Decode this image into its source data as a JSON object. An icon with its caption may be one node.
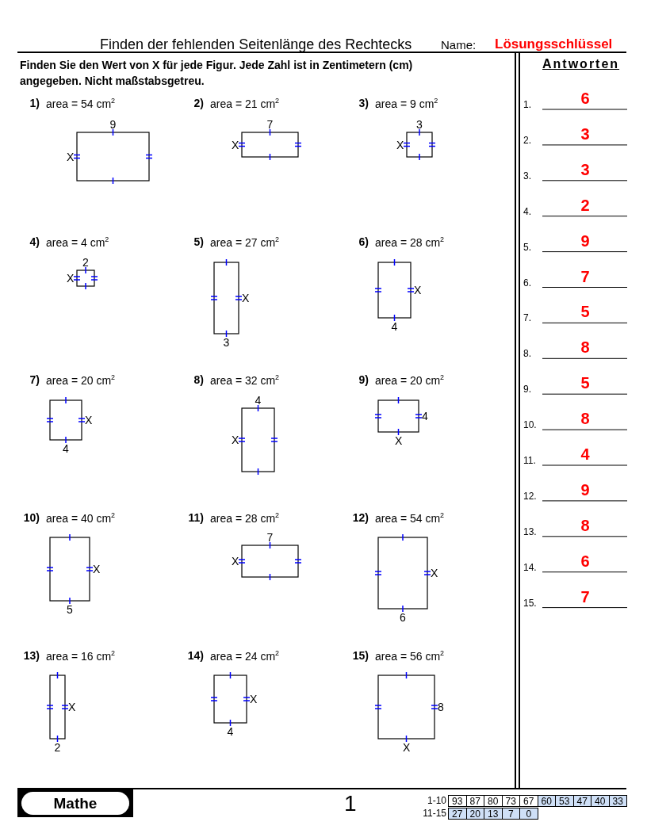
{
  "diagram": {
    "title": "Finden der fehlenden Seitenlänge des Rechtecks",
    "labels": [
      "Name:",
      "Lösungsschlüssel",
      "Finden Sie den Wert von X für jede Figur. Jede Zahl ist in Zentimetern (cm) angegeben. Nicht maßstabsgetreu.",
      "Antworten",
      "1)",
      "area = 54 cm$^{2}$",
      "9",
      "X",
      "2)",
      "area = 21 cm$^{2}$",
      "7",
      "X",
      "3)",
      "area = 9 cm$^{2}$",
      "3",
      "X",
      "4)",
      "area = 4 cm$^{2}$",
      "2",
      "X",
      "5)",
      "area = 27 cm$^{2}$",
      "X",
      "3",
      "6)",
      "area = 28 cm$^{2}$",
      "X",
      "4",
      "7)",
      "area = 20 cm$^{2}$",
      "X",
      "4",
      "8)",
      "area = 32 cm$^{2}$",
      "4",
      "X",
      "9)",
      "area = 20 cm$^{2}$",
      "4",
      "X",
      "10)",
      "area = 40 cm$^{2}$",
      "X",
      "5",
      "11)",
      "area = 28 cm$^{2}$",
      "7",
      "X",
      "12)",
      "area = 54 cm$^{2}$",
      "X",
      "6",
      "13)",
      "area = 16 cm$^{2}$",
      "X",
      "2",
      "14)",
      "area = 24 cm$^{2}$",
      "X",
      "4",
      "15)",
      "area = 56 cm$^{2}$",
      "8",
      "X",
      "1.",
      "6",
      "2.",
      "3",
      "3.",
      "3",
      "4.",
      "2",
      "5.",
      "9",
      "6.",
      "7",
      "7.",
      "5",
      "8.",
      "8",
      "9.",
      "5",
      "10.",
      "8",
      "11.",
      "4",
      "12.",
      "9",
      "13.",
      "8",
      "14.",
      "6",
      "15.",
      "7",
      "Mathe",
      "1",
      "1-10",
      "93",
      "87",
      "80",
      "73",
      "67",
      "60",
      "53",
      "47",
      "40",
      "33",
      "11-15",
      "27",
      "20",
      "13",
      "7",
      "0"
    ]
  }
}
